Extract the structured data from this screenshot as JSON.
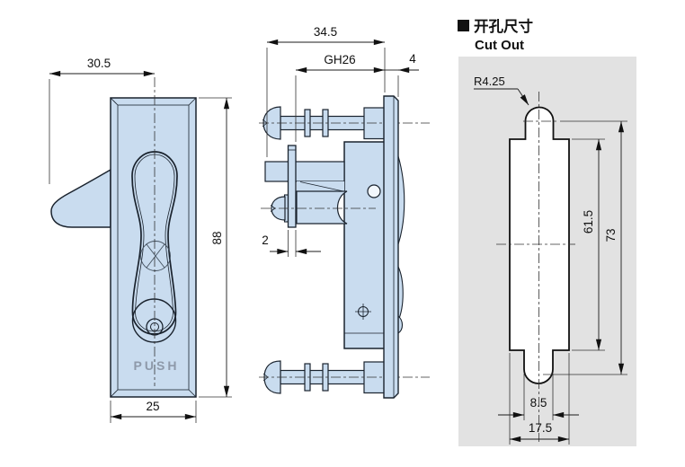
{
  "front": {
    "dim_top": "30.5",
    "dim_height": "88",
    "dim_bottom": "25",
    "push": "PUSH"
  },
  "side": {
    "dim_depth": "34.5",
    "dim_grip": "GH26",
    "dim_flange": "4",
    "dim_plate": "2"
  },
  "cutout": {
    "title_zh": "开孔尺寸",
    "title_en": "Cut Out",
    "dim_radius": "R4.25",
    "dim_slot_height": "61.5",
    "dim_total_height": "73",
    "dim_slot_width": "8.5",
    "dim_total_width": "17.5"
  },
  "colors": {
    "part_fill": "#c9dcef",
    "outline": "#1a232e",
    "cutout_panel": "#e2e2e2",
    "cutout_hole": "#ffffff",
    "push_text": "#8e99a9",
    "dimension": "#111111"
  }
}
